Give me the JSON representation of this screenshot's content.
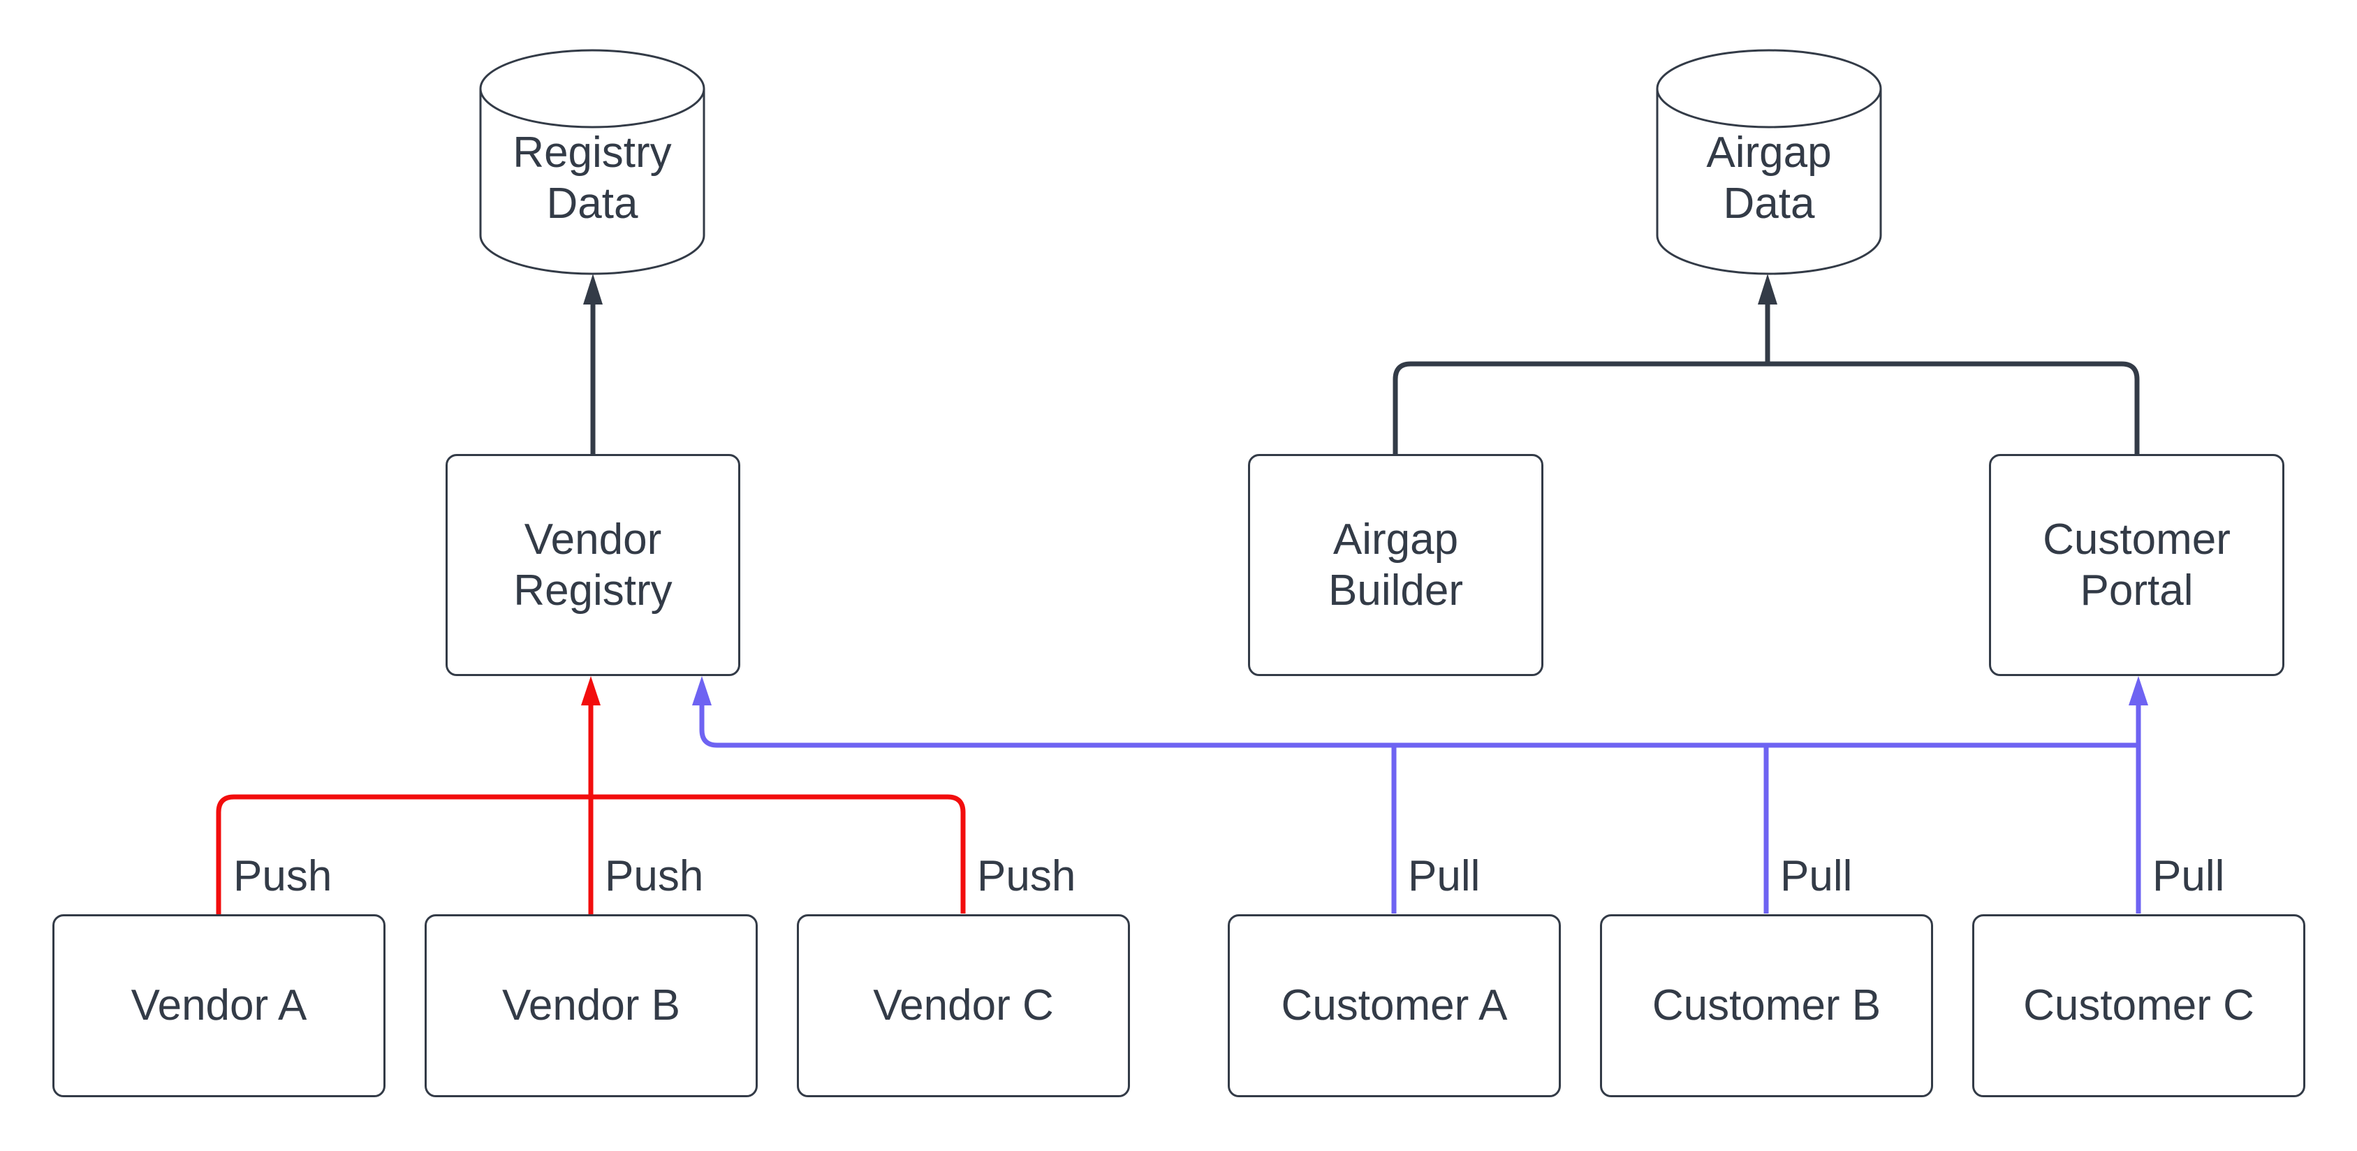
{
  "diagram": {
    "kind": "flowchart",
    "description": "Vendors push images to a Vendor Registry stored in Registry Data; Customers pull from the Vendor Registry and Customer Portal; Airgap Builder and Customer Portal write Airgap Data."
  },
  "colors": {
    "ink": "#333B47",
    "push": "#F20D0D",
    "pull": "#6E63F2",
    "background": "#FFFFFF"
  },
  "nodes": {
    "registry_data": {
      "label": "Registry Data",
      "shape": "cylinder"
    },
    "airgap_data": {
      "label": "Airgap Data",
      "shape": "cylinder"
    },
    "vendor_registry": {
      "label": "Vendor Registry",
      "shape": "rect"
    },
    "airgap_builder": {
      "label": "Airgap Builder",
      "shape": "rect"
    },
    "customer_portal": {
      "label": "Customer Portal",
      "shape": "rect"
    },
    "vendor_a": {
      "label": "Vendor A",
      "shape": "rect"
    },
    "vendor_b": {
      "label": "Vendor B",
      "shape": "rect"
    },
    "vendor_c": {
      "label": "Vendor C",
      "shape": "rect"
    },
    "customer_a": {
      "label": "Customer A",
      "shape": "rect"
    },
    "customer_b": {
      "label": "Customer B",
      "shape": "rect"
    },
    "customer_c": {
      "label": "Customer C",
      "shape": "rect"
    }
  },
  "edges": {
    "push": {
      "label": "Push",
      "color": "#F20D0D",
      "sources": [
        "Vendor A",
        "Vendor B",
        "Vendor C"
      ],
      "target": "Vendor Registry"
    },
    "pull": {
      "label": "Pull",
      "color": "#6E63F2",
      "sources": [
        "Customer A",
        "Customer B",
        "Customer C"
      ],
      "targets": [
        "Vendor Registry",
        "Customer Portal"
      ]
    },
    "data_flows": [
      {
        "from": "Vendor Registry",
        "to": "Registry Data"
      },
      {
        "from": "Airgap Builder",
        "to": "Airgap Data"
      },
      {
        "from": "Customer Portal",
        "to": "Airgap Data"
      }
    ]
  }
}
